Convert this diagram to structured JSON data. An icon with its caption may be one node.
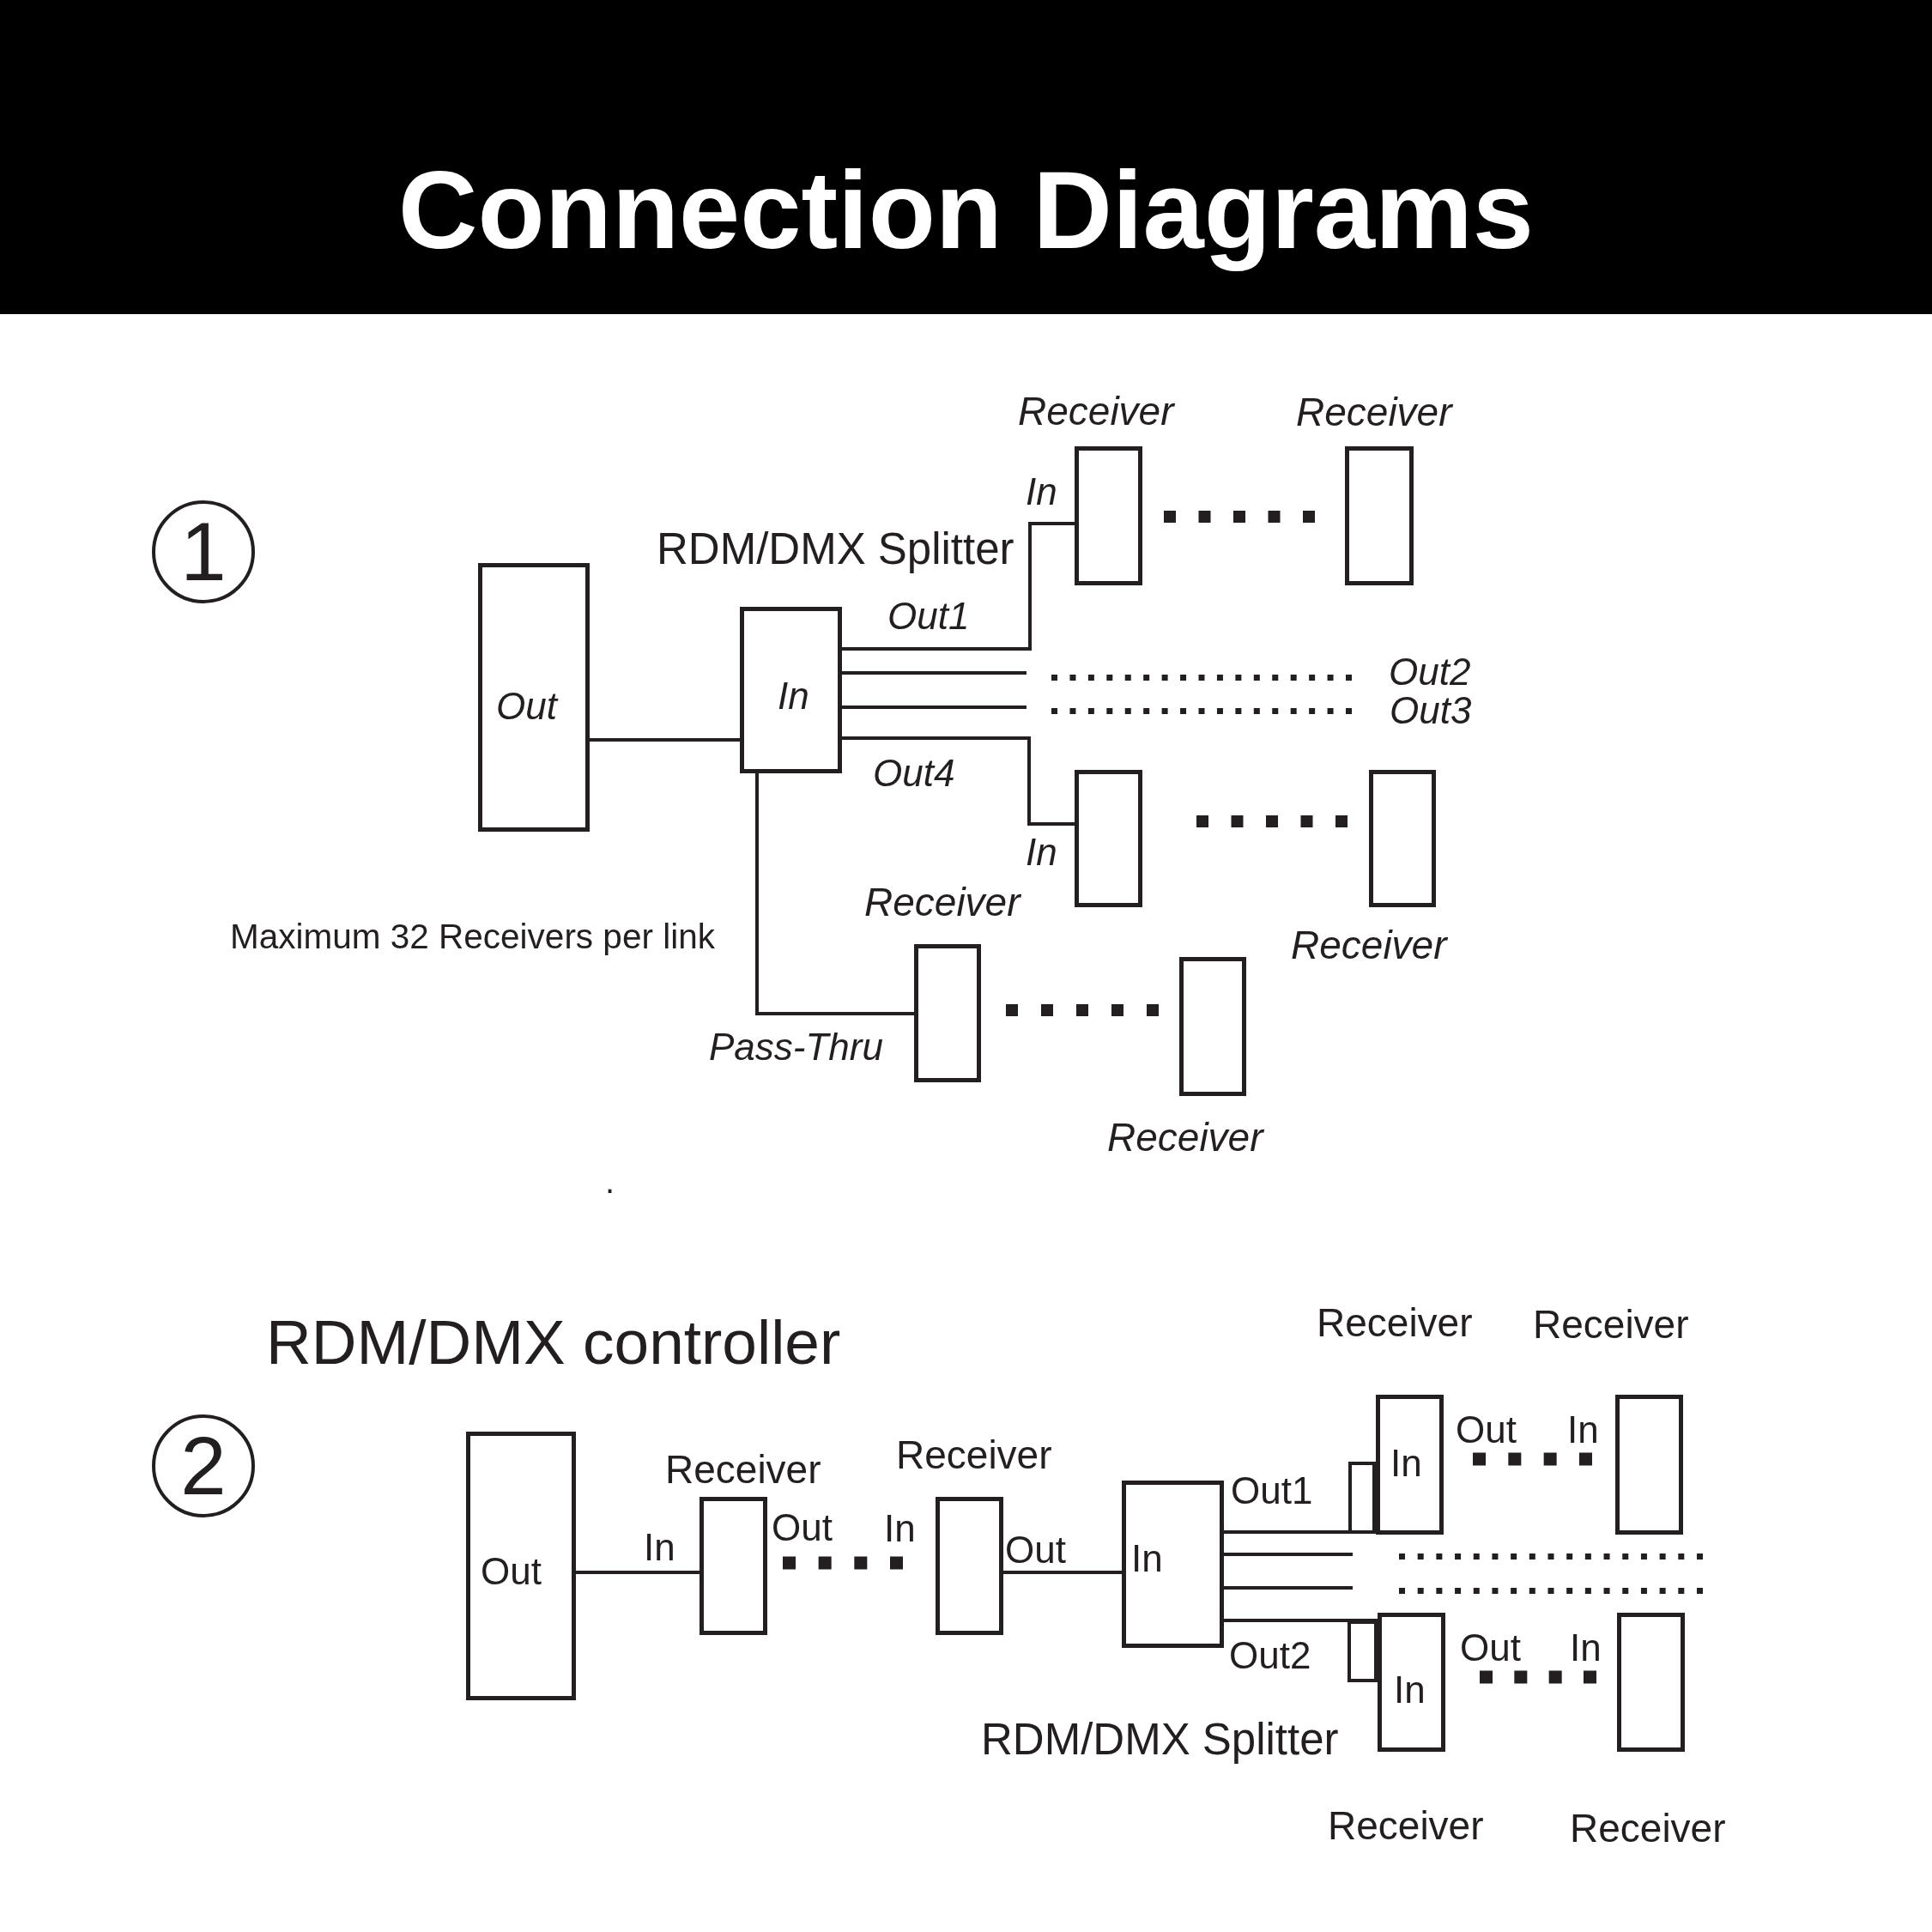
{
  "diagram": {
    "title": "Connection Diagrams",
    "nodes": [
      {
        "text": [
          "1"
        ]
      },
      {
        "text": [
          "Out"
        ]
      },
      {
        "text": [
          "RDM/DMX Splitter",
          "In"
        ]
      },
      {
        "text": [
          "Receiver"
        ],
        "beside": [
          "In"
        ]
      },
      {
        "text": [
          "Receiver"
        ]
      },
      {
        "text": [],
        "shape": "box",
        "beside": [
          "In"
        ]
      },
      {
        "text": [
          "Receiver"
        ]
      },
      {
        "text": [
          "Receiver"
        ]
      },
      {
        "text": [
          "Receiver"
        ]
      },
      {
        "text": [
          "2"
        ]
      },
      {
        "text": [
          "Out"
        ]
      },
      {
        "text": [
          "Receiver"
        ],
        "beside": [
          "In",
          "Out"
        ]
      },
      {
        "text": [
          "Receiver"
        ],
        "beside": [
          "In",
          "Out"
        ]
      },
      {
        "text": [
          "In",
          "RDM/DMX Splitter"
        ]
      },
      {
        "text": [
          "Receiver",
          "In"
        ],
        "beside": [
          "Out"
        ]
      },
      {
        "text": [
          "Receiver"
        ],
        "beside": [
          "In"
        ]
      },
      {
        "text": [
          "In",
          "Receiver"
        ],
        "beside": [
          "Out"
        ]
      },
      {
        "text": [
          "Receiver"
        ],
        "beside": [
          "In"
        ]
      }
    ],
    "edges": [
      {
        "from": 1,
        "to": 2,
        "arrow": "none"
      },
      {
        "from": 2,
        "to": 3,
        "arrow": "none",
        "label": "Out1"
      },
      {
        "from": 2,
        "to": null,
        "arrow": "none"
      },
      {
        "from": 2,
        "to": null,
        "arrow": "none"
      },
      {
        "from": 2,
        "to": 5,
        "arrow": "none",
        "label": "Out4"
      },
      {
        "from": 2,
        "to": 7,
        "arrow": "none",
        "label": "Pass-Thru"
      },
      {
        "from": 3,
        "to": 4,
        "arrow": "none",
        "style": "dashed"
      },
      {
        "from": 5,
        "to": 6,
        "arrow": "none",
        "style": "dashed"
      },
      {
        "from": 7,
        "to": 8,
        "arrow": "none",
        "style": "dashed"
      },
      {
        "from": 10,
        "to": 11,
        "arrow": "none"
      },
      {
        "from": 11,
        "to": 12,
        "arrow": "none",
        "style": "dashed"
      },
      {
        "from": 12,
        "to": 13,
        "arrow": "none"
      },
      {
        "from": 13,
        "to": 14,
        "arrow": "none",
        "label": "Out1"
      },
      {
        "from": 13,
        "to": null,
        "arrow": "none"
      },
      {
        "from": 13,
        "to": null,
        "arrow": "none"
      },
      {
        "from": 13,
        "to": 16,
        "arrow": "none",
        "label": "Out2"
      },
      {
        "from": 14,
        "to": 15,
        "arrow": "none",
        "style": "dashed"
      },
      {
        "from": 16,
        "to": 17,
        "arrow": "none",
        "style": "dashed"
      }
    ],
    "labels": [
      "Out2",
      "Out3",
      "Maximum 32 Receivers per link",
      ".",
      "RDM/DMX controller"
    ]
  }
}
